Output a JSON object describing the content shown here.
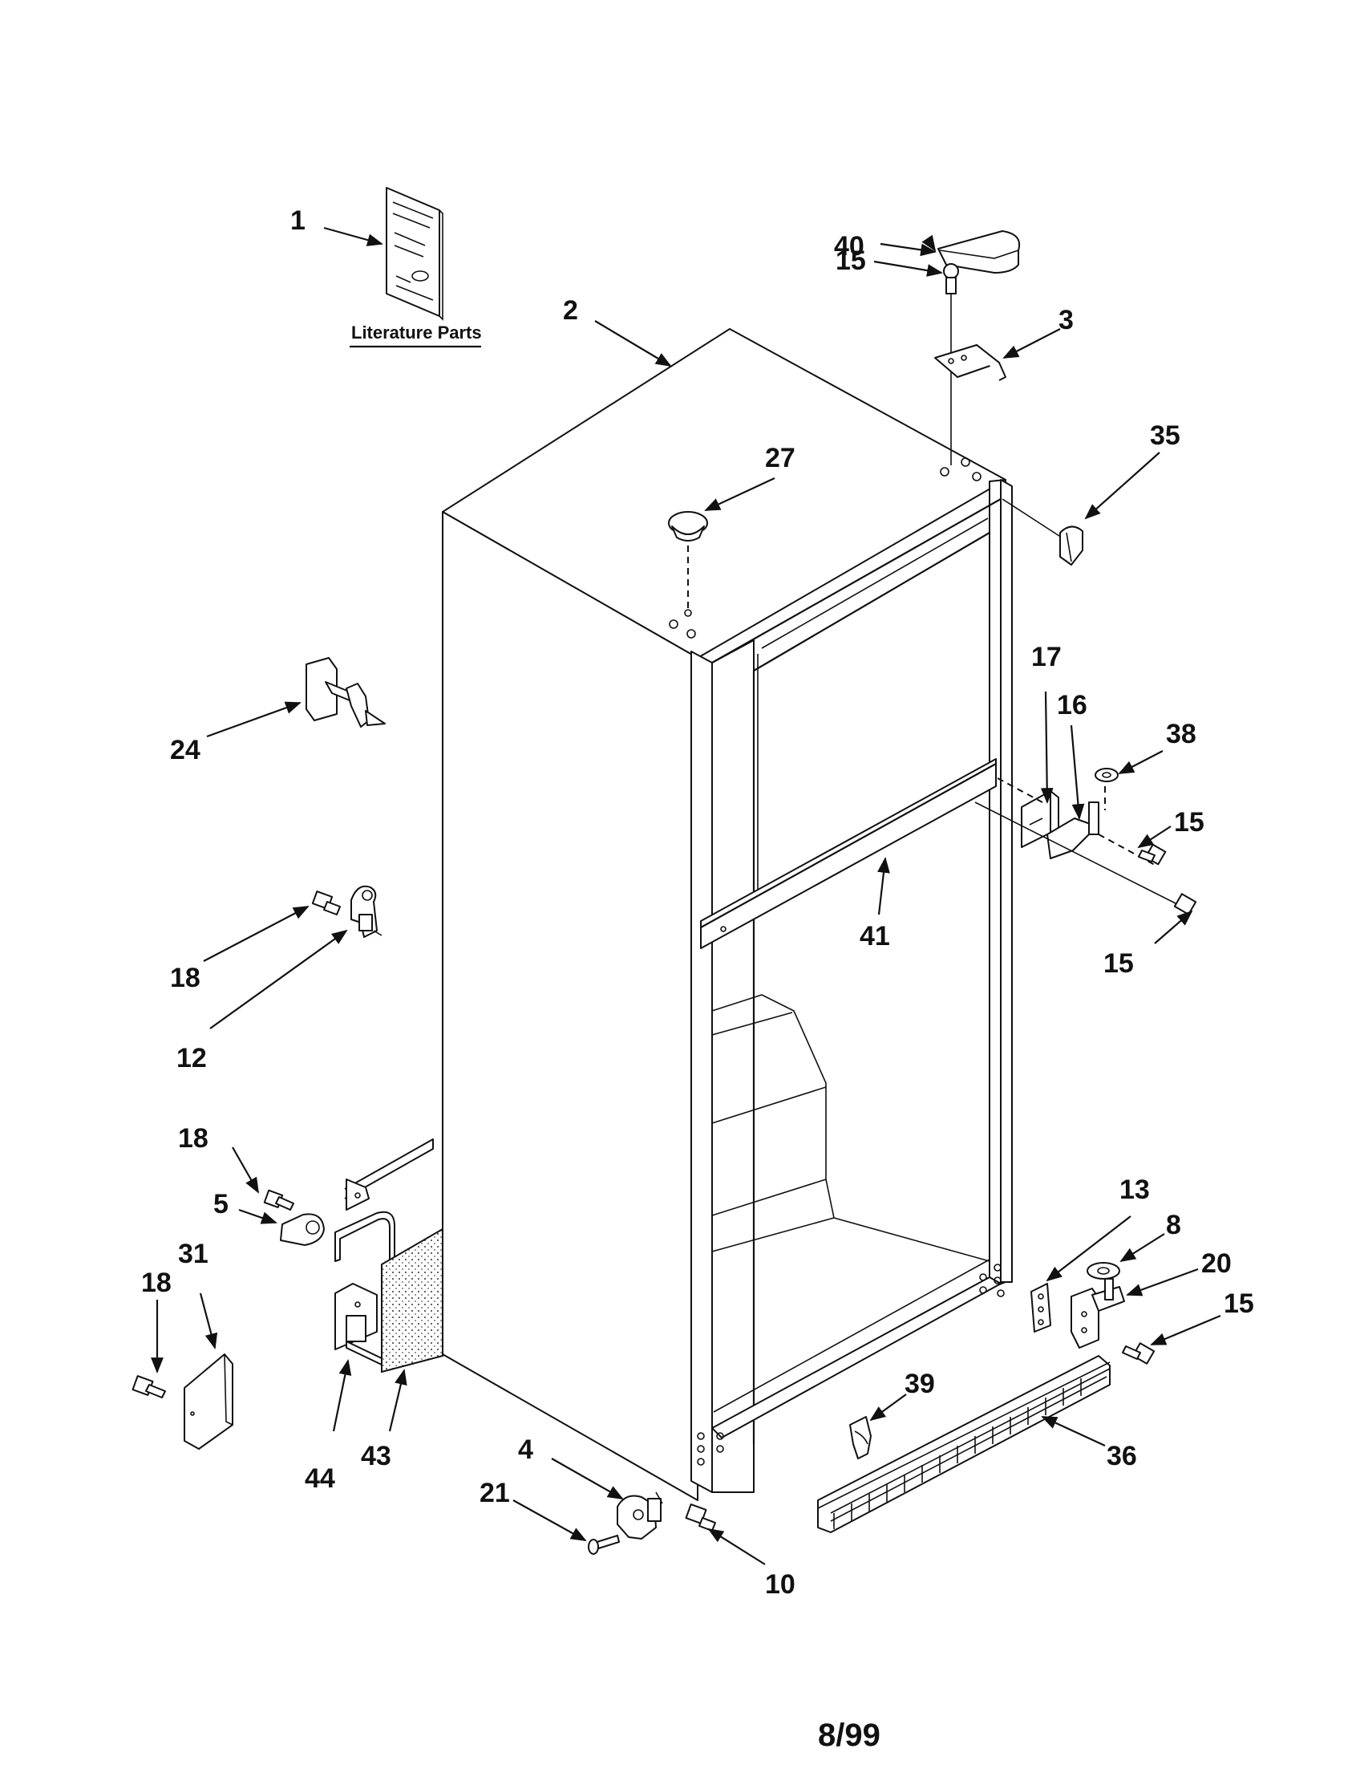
{
  "literature": {
    "label": "Literature Parts"
  },
  "footer": {
    "date": "8/99"
  },
  "callouts": [
    {
      "id": "c1",
      "text": "1"
    },
    {
      "id": "c2",
      "text": "2"
    },
    {
      "id": "c3",
      "text": "3"
    },
    {
      "id": "c4",
      "text": "4"
    },
    {
      "id": "c5",
      "text": "5"
    },
    {
      "id": "c8",
      "text": "8"
    },
    {
      "id": "c10",
      "text": "10"
    },
    {
      "id": "c12",
      "text": "12"
    },
    {
      "id": "c13",
      "text": "13"
    },
    {
      "id": "c15a",
      "text": "15"
    },
    {
      "id": "c15b",
      "text": "15"
    },
    {
      "id": "c15c",
      "text": "15"
    },
    {
      "id": "c15d",
      "text": "15"
    },
    {
      "id": "c16",
      "text": "16"
    },
    {
      "id": "c17",
      "text": "17"
    },
    {
      "id": "c18a",
      "text": "18"
    },
    {
      "id": "c18b",
      "text": "18"
    },
    {
      "id": "c18c",
      "text": "18"
    },
    {
      "id": "c20",
      "text": "20"
    },
    {
      "id": "c21",
      "text": "21"
    },
    {
      "id": "c24",
      "text": "24"
    },
    {
      "id": "c27",
      "text": "27"
    },
    {
      "id": "c31",
      "text": "31"
    },
    {
      "id": "c35",
      "text": "35"
    },
    {
      "id": "c36",
      "text": "36"
    },
    {
      "id": "c38",
      "text": "38"
    },
    {
      "id": "c39",
      "text": "39"
    },
    {
      "id": "c40",
      "text": "40"
    },
    {
      "id": "c41",
      "text": "41"
    },
    {
      "id": "c43",
      "text": "43"
    },
    {
      "id": "c44",
      "text": "44"
    }
  ]
}
